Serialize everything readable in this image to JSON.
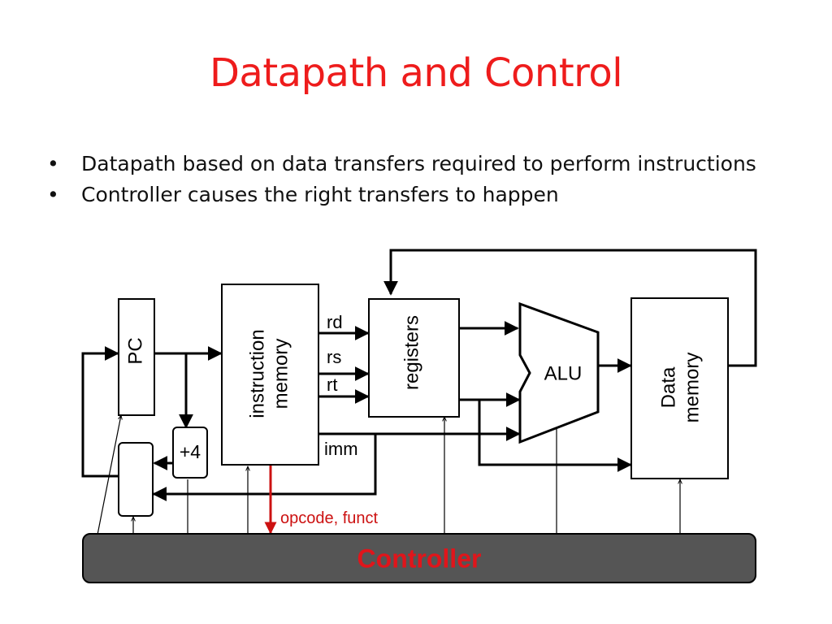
{
  "slide": {
    "title": "Datapath and Control",
    "bullets": [
      "Datapath based on data transfers required to perform instructions",
      "Controller causes the right transfers to happen"
    ]
  },
  "diagram": {
    "pc_label": "PC",
    "instruction_memory_label": [
      "instruction",
      "memory"
    ],
    "registers_label": "registers",
    "alu_label": "ALU",
    "data_memory_label": [
      "Data",
      "memory"
    ],
    "adder_label": "+4",
    "field_rd": "rd",
    "field_rs": "rs",
    "field_rt": "rt",
    "field_imm": "imm",
    "opcode_label": "opcode, funct",
    "controller_label": "Controller",
    "colors": {
      "title": "#ee1c1c",
      "controller_fill": "#555555",
      "controller_text": "#e0151b",
      "opcode": "#cc1111"
    }
  }
}
